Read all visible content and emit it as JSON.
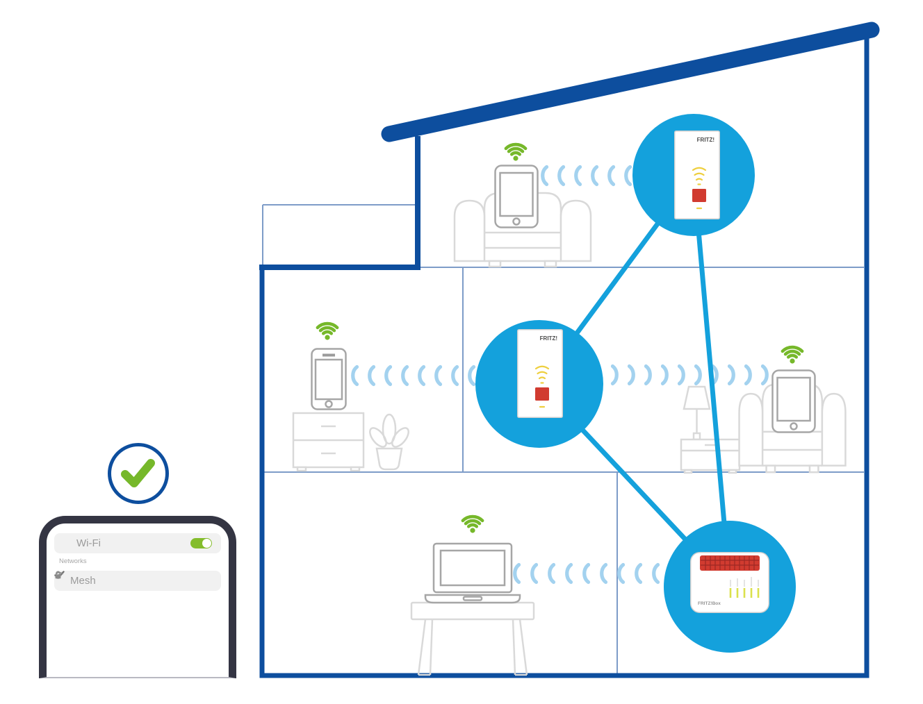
{
  "colors": {
    "house_outline": "#0d4e9e",
    "interior_wall": "#7d9cc8",
    "mesh_blue": "#14a1dc",
    "signal_arc": "#a3d2ef",
    "wifi_green": "#76b82a",
    "toggle_green": "#84bd2c",
    "fritz_red": "#d13b30",
    "furniture_gray": "#d9d9d9",
    "device_gray": "#a6a6a6",
    "phone_frame": "#343543"
  },
  "status_badge": {
    "icon": "check-icon",
    "meaning": "success"
  },
  "phone_ui": {
    "wifi_row": {
      "label": "Wi-Fi",
      "toggle_state": "on"
    },
    "networks_section_label": "Networks",
    "networks": [
      {
        "name": "Mesh",
        "selected": true,
        "icons": [
          "lock-icon",
          "wifi-icon"
        ]
      }
    ]
  },
  "mesh_nodes": [
    {
      "id": "repeater-attic",
      "type": "wifi-repeater",
      "brand_label": "FRITZ!",
      "location": "attic"
    },
    {
      "id": "repeater-middle",
      "type": "wifi-repeater",
      "brand_label": "FRITZ!",
      "location": "middle-floor"
    },
    {
      "id": "router",
      "type": "router",
      "brand_label": "FRITZ!Box",
      "location": "ground-floor"
    }
  ],
  "mesh_links": [
    {
      "from": "repeater-middle",
      "to": "repeater-attic"
    },
    {
      "from": "repeater-attic",
      "to": "router"
    },
    {
      "from": "repeater-middle",
      "to": "router"
    }
  ],
  "client_devices": [
    {
      "type": "tablet",
      "location": "attic",
      "wifi_connected": true,
      "signal_arcs": 6
    },
    {
      "type": "smartphone",
      "location": "middle-floor-left",
      "wifi_connected": true,
      "signal_arcs": 8
    },
    {
      "type": "tablet",
      "location": "middle-floor-right",
      "wifi_connected": true,
      "signal_arcs": 10
    },
    {
      "type": "laptop",
      "location": "ground-floor",
      "wifi_connected": true,
      "signal_arcs": 9
    }
  ]
}
